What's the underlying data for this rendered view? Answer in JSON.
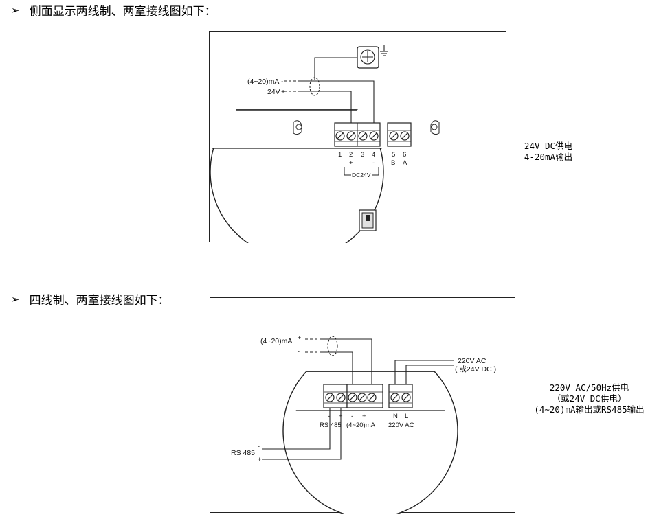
{
  "section1": {
    "heading": "侧面显示两线制、两室接线图如下：",
    "labels": {
      "current": "(4~20)mA",
      "current_sign": "-",
      "voltage": "24V",
      "voltage_sign": "+",
      "terminals": [
        "1",
        "2",
        "3",
        "4",
        "5",
        "6"
      ],
      "signs": [
        "+",
        "-"
      ],
      "ba": [
        "B",
        "A"
      ],
      "dc24v": "DC24V"
    },
    "note": [
      "24V DC供电",
      "4-20mA输出"
    ]
  },
  "section2": {
    "heading": "四线制、两室接线图如下：",
    "labels": {
      "current": "(4~20)mA",
      "current_plus": "+",
      "current_minus": "-",
      "power_top": "220V AC",
      "power_bottom": "( 或24V DC )",
      "rs485_signs": [
        "-",
        "+"
      ],
      "ma_signs": [
        "-",
        "+"
      ],
      "nl": [
        "N",
        "L"
      ],
      "rs485": "RS 485",
      "ma": "(4~20)mA",
      "ac220": "220V AC",
      "rs485_left": "RS 485",
      "rs485_left_minus": "-",
      "rs485_left_plus": "+"
    },
    "note": [
      "220V AC/50Hz供电",
      "（或24V DC供电）",
      "(4~20)mA输出或RS485输出"
    ]
  }
}
